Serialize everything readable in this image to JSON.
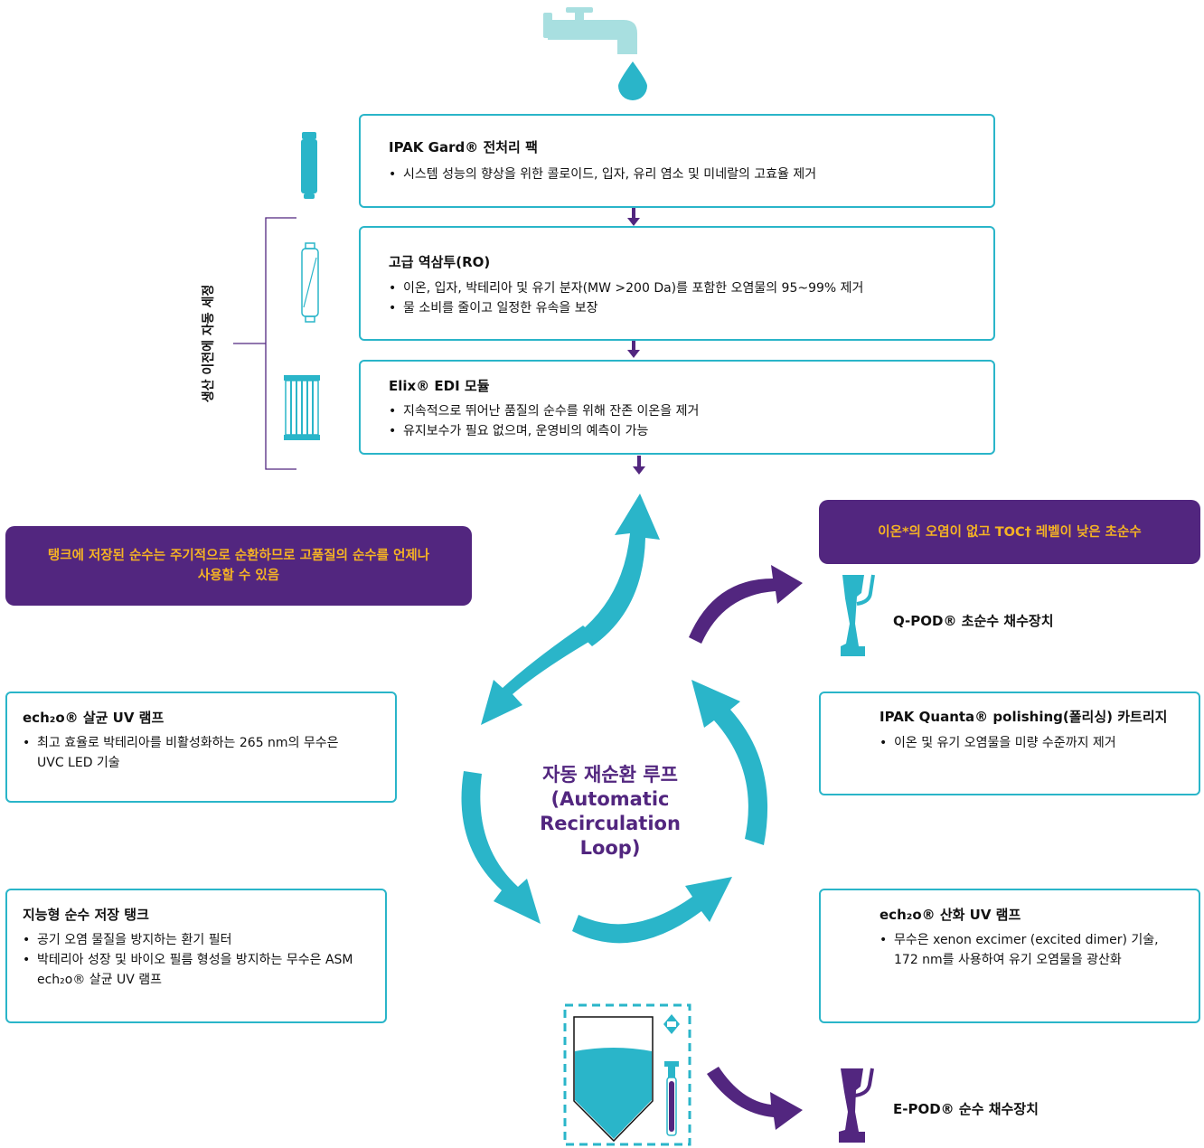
{
  "side_label": "생산 이전에 자동 세정",
  "steps": [
    {
      "title": "IPAK Gard® 전처리 팩",
      "bullets": [
        "시스템 성능의 향상을 위한 콜로이드, 입자, 유리 염소 및 미네랄의 고효율 제거"
      ]
    },
    {
      "title": "고급 역삼투(RO)",
      "bullets": [
        "이온, 입자, 박테리아 및 유기 분자(MW >200 Da)를 포함한 오염물의 95~99% 제거",
        "물 소비를 줄이고 일정한 유속을 보장"
      ]
    },
    {
      "title": "Elix® EDI 모듈",
      "bullets": [
        "지속적으로 뛰어난 품질의 순수를 위해 잔존 이온을 제거",
        "유지보수가 필요 없으며, 운영비의 예측이 가능"
      ]
    }
  ],
  "banners": {
    "left": "탱크에 저장된 순수는 주기적으로 순환하므로 고품질의 순수를 언제나 사용할 수 있음",
    "right": "이온*의 오염이 없고 TOC† 레벨이 낮은 초순수"
  },
  "loop": {
    "line1": "자동 재순환 루프",
    "line2": "(Automatic",
    "line3": "Recirculation",
    "line4": "Loop)"
  },
  "left_boxes": [
    {
      "title": "ech₂o® 살균 UV 램프",
      "bullets": [
        "최고 효율로 박테리아를 비활성화하는 265 nm의 무수은 UVC LED 기술"
      ]
    },
    {
      "title": "지능형 순수 저장 탱크",
      "bullets": [
        "공기 오염 물질을 방지하는 환기 필터",
        "박테리아 성장 및 바이오 필름 형성을 방지하는 무수은 ASM ech₂o® 살균 UV 램프"
      ]
    }
  ],
  "right_boxes": [
    {
      "title": "IPAK Quanta® polishing(폴리싱) 카트리지",
      "bullets": [
        "이온 및 유기 오염물을 미량 수준까지 제거"
      ]
    },
    {
      "title": "ech₂o® 산화 UV 램프",
      "bullets": [
        "무수은 xenon excimer (excited dimer) 기술, 172 nm를 사용하여 유기 오염물을 광산화"
      ]
    }
  ],
  "dispensers": {
    "qpod": "Q-POD® 초순수 채수장치",
    "epod": "E-POD® 순수 채수장치"
  },
  "colors": {
    "teal": "#2ab5c9",
    "light_teal": "#a8dfe0",
    "purple": "#52267f",
    "gold": "#f5b324"
  },
  "icons": [
    "faucet-icon",
    "water-drop-icon",
    "pretreatment-cartridge-icon",
    "ro-cartridge-icon",
    "edi-module-icon",
    "uv-lamp-icon",
    "polishing-cartridge-icon",
    "storage-tank-icon",
    "dispenser-icon"
  ]
}
